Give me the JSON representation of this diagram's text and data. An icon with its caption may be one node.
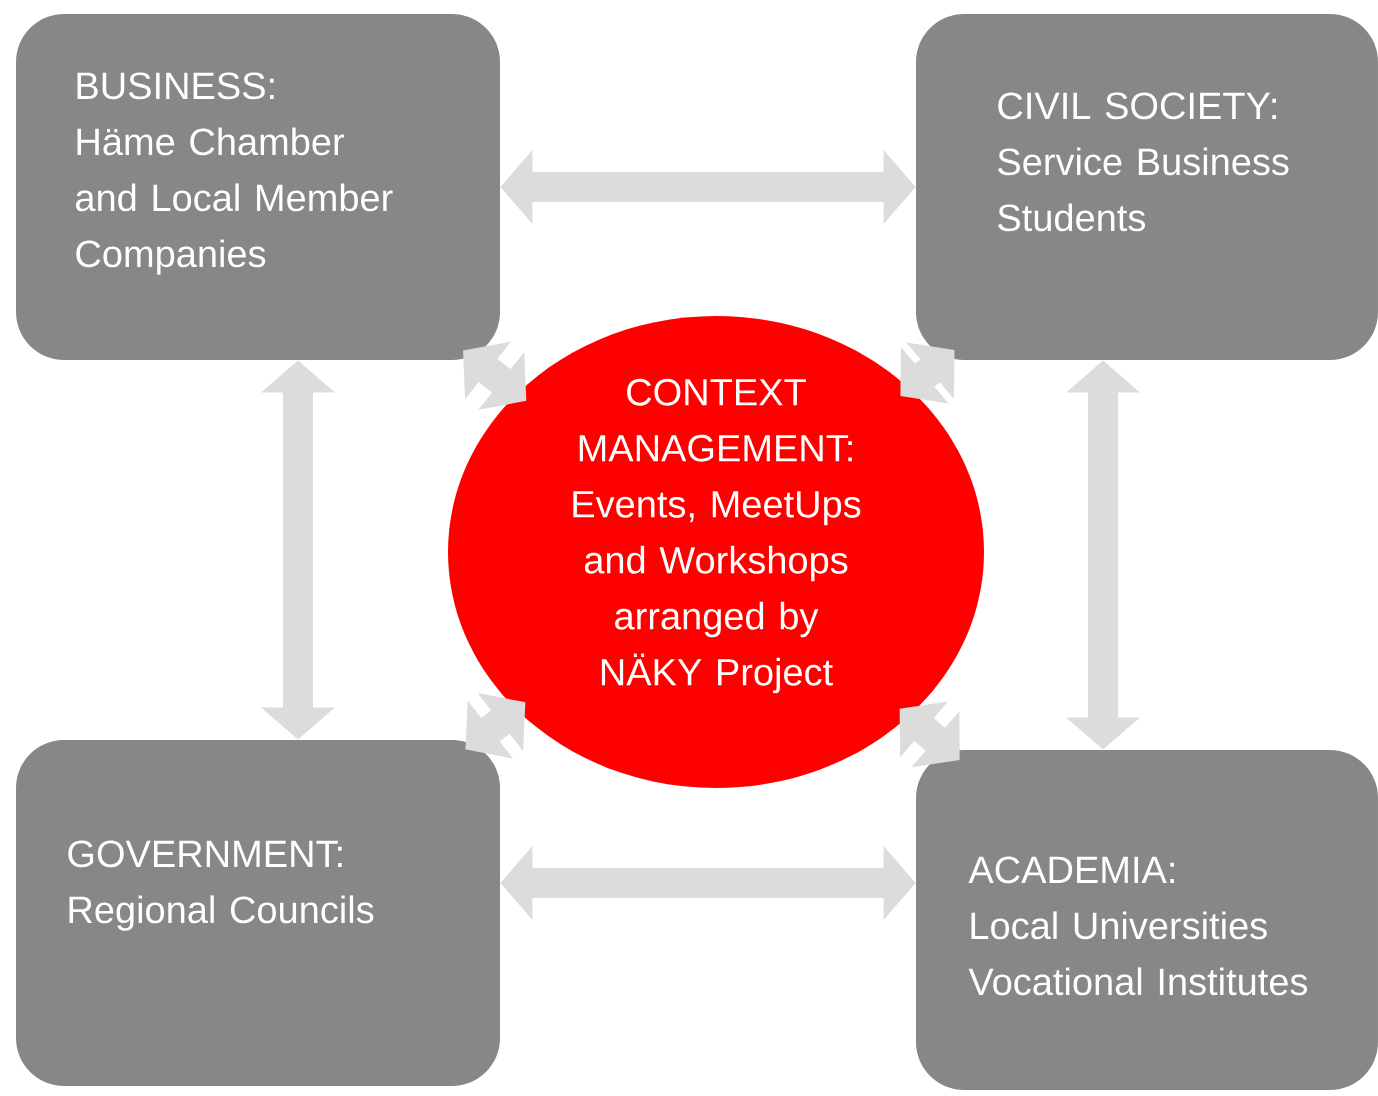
{
  "diagram": {
    "nodes": [
      {
        "text": [
          "BUSINESS:",
          "Häme Chamber and Local Member Companies"
        ]
      },
      {
        "text": [
          "CIVIL SOCIETY:",
          "Service Business Students"
        ]
      },
      {
        "text": [
          "GOVERNMENT:",
          "Regional Councils"
        ]
      },
      {
        "text": [
          "ACADEMIA:",
          "Local Universities Vocational Institutes"
        ]
      },
      {
        "text": [
          "CONTEXT MANAGEMENT:",
          "Events, MeetUps and Workshops arranged by NÄKY Project"
        ]
      }
    ],
    "edges": [
      {
        "from": 0,
        "to": 1,
        "arrow": "both"
      },
      {
        "from": 0,
        "to": 2,
        "arrow": "both"
      },
      {
        "from": 1,
        "to": 3,
        "arrow": "both"
      },
      {
        "from": 2,
        "to": 3,
        "arrow": "both"
      },
      {
        "from": 4,
        "to": 0,
        "arrow": "both"
      },
      {
        "from": 4,
        "to": 1,
        "arrow": "both"
      },
      {
        "from": 4,
        "to": 2,
        "arrow": "both"
      },
      {
        "from": 4,
        "to": 3,
        "arrow": "both"
      }
    ]
  }
}
